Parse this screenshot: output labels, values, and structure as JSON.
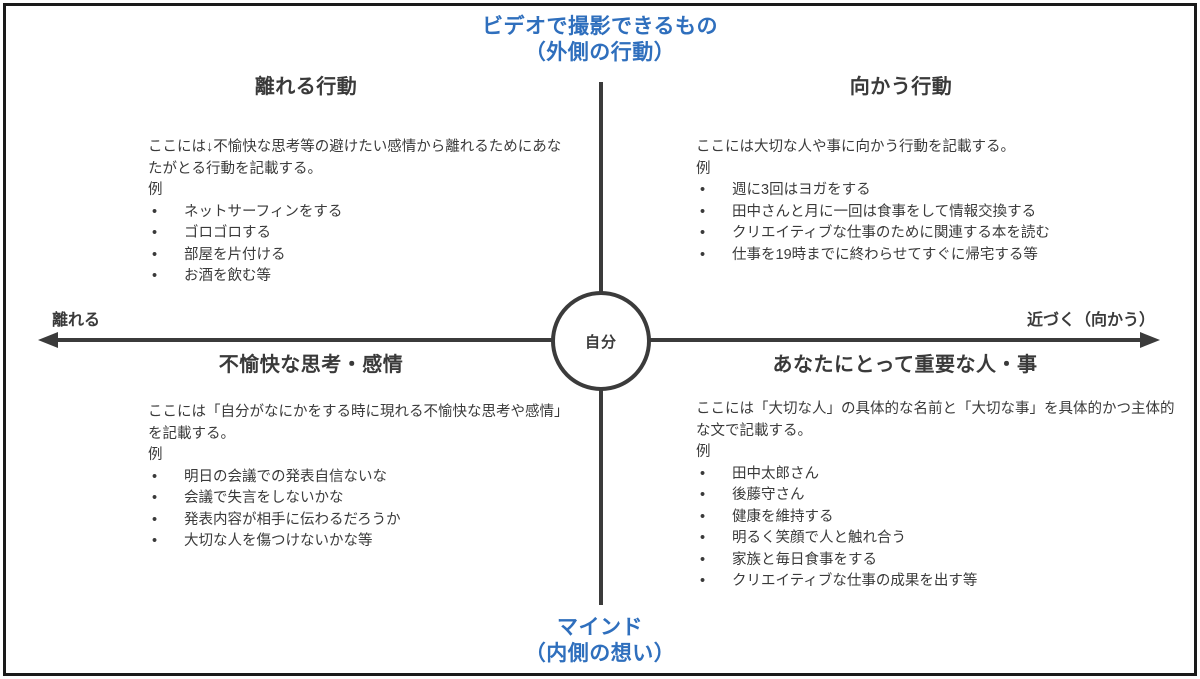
{
  "colors": {
    "accent_blue": "#2f6fbd",
    "text_dark": "#3a3a3a",
    "axis": "#3b3b3b",
    "border": "#1a1a1a",
    "background": "#ffffff"
  },
  "top_title": {
    "line1": "ビデオで撮影できるもの",
    "line2": "（外側の行動）"
  },
  "bottom_title": {
    "line1": "マインド",
    "line2": "（内側の想い）"
  },
  "center": {
    "label": "自分"
  },
  "axis": {
    "left_label": "離れる",
    "right_label": "近づく（向かう）"
  },
  "quadrants": {
    "top_left": {
      "heading": "離れる行動",
      "description": "ここには↓不愉快な思考等の避けたい感情から離れるためにあなたがとる行動を記載する。",
      "example_label": "例",
      "bullet": "•",
      "items": [
        "ネットサーフィンをする",
        "ゴロゴロする",
        "部屋を片付ける",
        "お酒を飲む等"
      ]
    },
    "top_right": {
      "heading": "向かう行動",
      "description": "ここには大切な人や事に向かう行動を記載する。",
      "example_label": "例",
      "bullet": "•",
      "items": [
        "週に3回はヨガをする",
        "田中さんと月に一回は食事をして情報交換する",
        "クリエイティブな仕事のために関連する本を読む",
        "仕事を19時までに終わらせてすぐに帰宅する等"
      ]
    },
    "bottom_left": {
      "heading": "不愉快な思考・感情",
      "description": "ここには「自分がなにかをする時に現れる不愉快な思考や感情」を記載する。",
      "example_label": "例",
      "bullet": "•",
      "items": [
        "明日の会議での発表自信ないな",
        "会議で失言をしないかな",
        "発表内容が相手に伝わるだろうか",
        "大切な人を傷つけないかな等"
      ]
    },
    "bottom_right": {
      "heading": "あなたにとって重要な人・事",
      "description": "ここには「大切な人」の具体的な名前と「大切な事」を具体的かつ主体的な文で記載する。",
      "example_label": "例",
      "bullet": "•",
      "items": [
        "田中太郎さん",
        "後藤守さん",
        "健康を維持する",
        "明るく笑顔で人と触れ合う",
        "家族と毎日食事をする",
        "クリエイティブな仕事の成果を出す等"
      ]
    }
  }
}
